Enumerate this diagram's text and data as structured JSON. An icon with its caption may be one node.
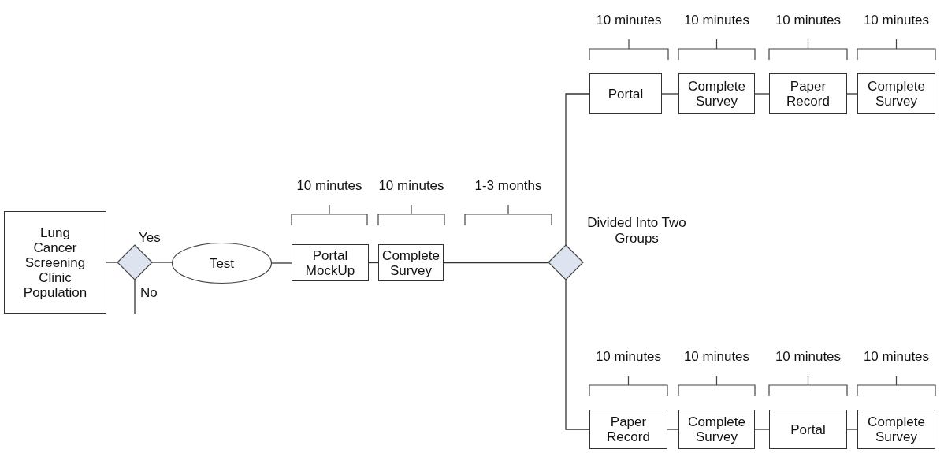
{
  "diagram": {
    "nodes": [
      {
        "text": [
          "Lung Cancer Screening Clinic Population"
        ]
      },
      {
        "text": [],
        "shape": "diamond"
      },
      {
        "text": [
          "Test"
        ]
      },
      {
        "text": [
          "Portal MockUp"
        ]
      },
      {
        "text": [
          "Complete Survey"
        ]
      },
      {
        "text": [],
        "shape": "diamond",
        "beside": [
          "Divided Into Two Groups"
        ]
      },
      {
        "text": [
          "Portal"
        ]
      },
      {
        "text": [
          "Complete Survey"
        ]
      },
      {
        "text": [
          "Paper Record"
        ]
      },
      {
        "text": [
          "Complete Survey"
        ]
      },
      {
        "text": [
          "Paper Record"
        ]
      },
      {
        "text": [
          "Complete Survey"
        ]
      },
      {
        "text": [
          "Portal"
        ]
      },
      {
        "text": [
          "Complete Survey"
        ]
      }
    ],
    "edges": [
      {
        "from": 0,
        "to": 1,
        "arrow": "none"
      },
      {
        "from": 1,
        "to": 2,
        "arrow": "none",
        "label": "Yes"
      },
      {
        "from": 1,
        "to": null,
        "arrow": "none",
        "label": "No"
      },
      {
        "from": 2,
        "to": 3,
        "arrow": "none"
      },
      {
        "from": 3,
        "to": 4,
        "arrow": "none"
      },
      {
        "from": 4,
        "to": 5,
        "arrow": "none"
      },
      {
        "from": 5,
        "to": 6,
        "arrow": "none"
      },
      {
        "from": 6,
        "to": 7,
        "arrow": "none"
      },
      {
        "from": 7,
        "to": 8,
        "arrow": "none"
      },
      {
        "from": 8,
        "to": 9,
        "arrow": "none"
      },
      {
        "from": 5,
        "to": 10,
        "arrow": "none"
      },
      {
        "from": 10,
        "to": 11,
        "arrow": "none"
      },
      {
        "from": 11,
        "to": 12,
        "arrow": "none"
      },
      {
        "from": 12,
        "to": 13,
        "arrow": "none"
      }
    ],
    "labels": [
      "10 minutes",
      "10 minutes",
      "10 minutes",
      "10 minutes",
      "10 minutes",
      "10 minutes",
      "1-3 months",
      "10 minutes",
      "10 minutes",
      "10 minutes",
      "10 minutes"
    ]
  }
}
